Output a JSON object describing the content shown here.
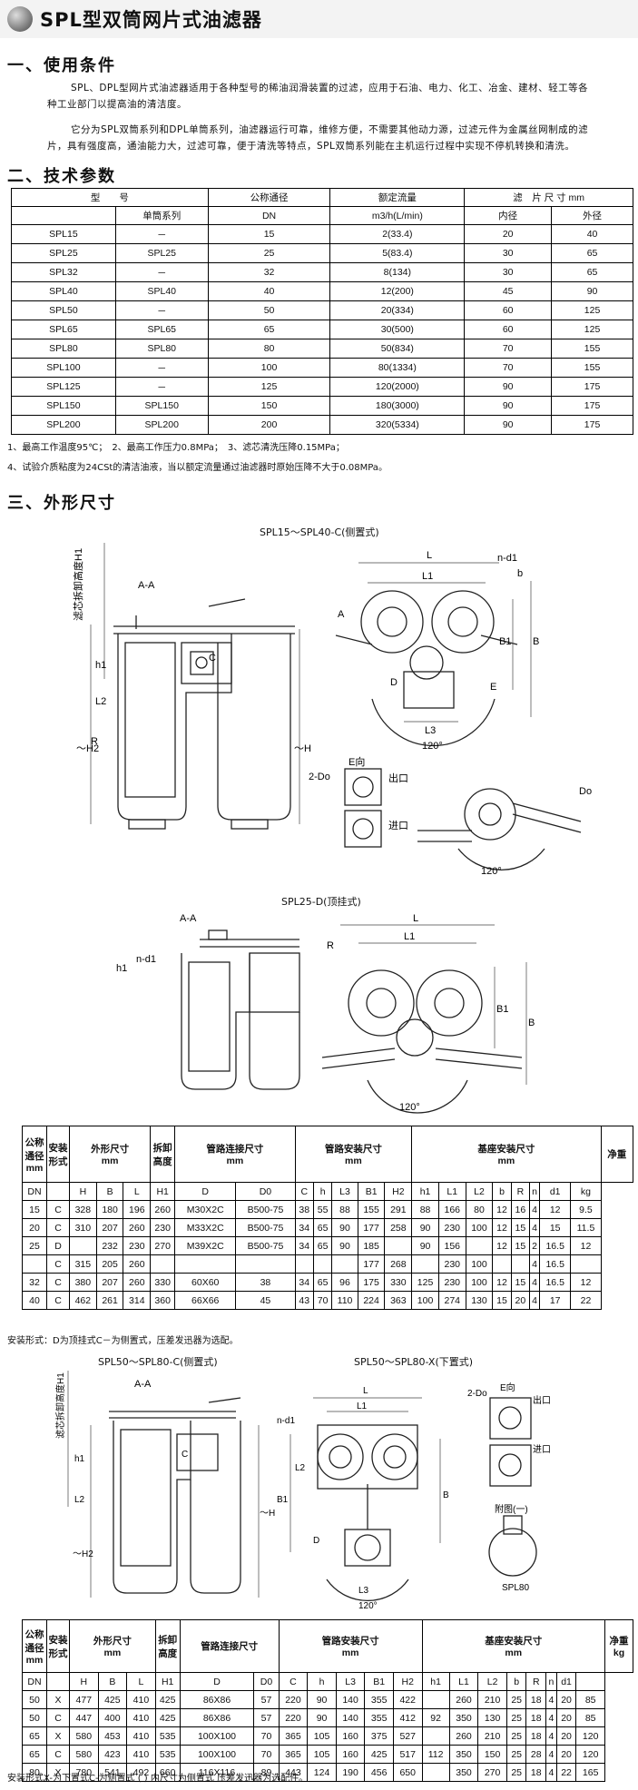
{
  "title": "SPL型双筒网片式油滤器",
  "sections": {
    "usage": {
      "heading": "一、使用条件",
      "para1_line1": "SPL、DPL型网片式油滤器适用于各种型号的稀油润滑装置的过滤，应用于石油、电力、化工、冶金、建材、轻工等各",
      "para1_line2": "种工业部门以提高油的清洁度。",
      "para2_line1": "它分为SPL双筒系列和DPL单筒系列，油滤器运行可靠，维修方便，不需要其他动力源，过滤元件为金属丝网制成的滤",
      "para2_line2": "片，具有强度高，通油能力大，过滤可靠，便于清洗等特点，SPL双筒系列能在主机运行过程中实现不停机转换和清洗。"
    },
    "params": {
      "heading": "二、技术参数",
      "header_model": "型　　号",
      "header_single": "单筒系列",
      "header_dn": "公称通径",
      "header_dn_unit": "DN",
      "header_flow": "额定流量",
      "header_flow_unit": "m3/h(L/min)",
      "header_filter": "滤　片 尺 寸  mm",
      "header_inner": "内径",
      "header_outer": "外径",
      "rows": [
        [
          "SPL15",
          "－",
          "15",
          "2(33.4)",
          "20",
          "40"
        ],
        [
          "SPL25",
          "SPL25",
          "25",
          "5(83.4)",
          "30",
          "65"
        ],
        [
          "SPL32",
          "－",
          "32",
          "8(134)",
          "30",
          "65"
        ],
        [
          "SPL40",
          "SPL40",
          "40",
          "12(200)",
          "45",
          "90"
        ],
        [
          "SPL50",
          "－",
          "50",
          "20(334)",
          "60",
          "125"
        ],
        [
          "SPL65",
          "SPL65",
          "65",
          "30(500)",
          "60",
          "125"
        ],
        [
          "SPL80",
          "SPL80",
          "80",
          "50(834)",
          "70",
          "155"
        ],
        [
          "SPL100",
          "－",
          "100",
          "80(1334)",
          "70",
          "155"
        ],
        [
          "SPL125",
          "－",
          "125",
          "120(2000)",
          "90",
          "175"
        ],
        [
          "SPL150",
          "SPL150",
          "150",
          "180(3000)",
          "90",
          "175"
        ],
        [
          "SPL200",
          "SPL200",
          "200",
          "320(5334)",
          "90",
          "175"
        ]
      ],
      "note1": "1、最高工作温度95℃；　2、最高工作压力0.8MPa；　3、滤芯清洗压降0.15MPa；",
      "note2": "4、试验介质粘度为24CSt的清洁油液，当以额定流量通过油滤器时原始压降不大于0.08MPa。"
    },
    "dimensions": {
      "heading": "三、外形尺寸",
      "drawing1_title": "SPL15～SPL40-C(侧置式)",
      "drawing2_title": "SPL25-D(顶挂式)",
      "drawing3_title": "SPL50～SPL80-C(侧置式)",
      "drawing4_title": "SPL50～SPL80-X(下置式)",
      "labels": {
        "aa": "A-A",
        "core_height": "滤芯拆卸高度H1",
        "h1": "h1",
        "l2": "L2",
        "h2": "～H2",
        "h": "～H",
        "r": "R",
        "c": "C",
        "l": "L",
        "l1": "L1",
        "nd1": "n-d1",
        "b": "b",
        "bb": "B",
        "b1": "B1",
        "d": "D",
        "l3": "L3",
        "e": "E",
        "a": "A",
        "angle": "120°",
        "e_dir": "E向",
        "do2": "2-Do",
        "outlet": "出口",
        "inlet": "进口",
        "do": "Do",
        "fig1": "附图(一)",
        "spl80": "SPL80"
      }
    }
  },
  "table2": {
    "h_dn": "公称通径mm",
    "h_mount": "安装形式",
    "h_outer": "外形尺寸",
    "h_outer_unit": "mm",
    "h_remove": "拆卸高度",
    "h_pipe": "管路连接尺寸",
    "h_pipe_unit": "mm",
    "h_pipe_inst": "管路安装尺寸",
    "h_pipe_inst_unit": "mm",
    "h_base": "基座安装尺寸",
    "h_base_unit": "mm",
    "h_weight": "净重",
    "sub": [
      "DN",
      "",
      "H",
      "B",
      "L",
      "H1",
      "D",
      "D0",
      "C",
      "h",
      "L3",
      "B1",
      "H2",
      "h1",
      "L1",
      "L2",
      "b",
      "R",
      "n",
      "d1",
      "kg"
    ],
    "rows": [
      [
        "15",
        "C",
        "328",
        "180",
        "196",
        "260",
        "M30X2C",
        "B500-75",
        "38",
        "55",
        "88",
        "155",
        "291",
        "88",
        "166",
        "80",
        "12",
        "16",
        "4",
        "12",
        "9.5"
      ],
      [
        "20",
        "C",
        "310",
        "207",
        "260",
        "230",
        "M33X2C",
        "B500-75",
        "34",
        "65",
        "90",
        "177",
        "258",
        "90",
        "230",
        "100",
        "12",
        "15",
        "4",
        "15",
        "11.5"
      ],
      [
        "25",
        "D",
        "",
        "232",
        "230",
        "270",
        "M39X2C",
        "B500-75",
        "34",
        "65",
        "90",
        "185",
        "",
        "90",
        "156",
        "",
        "12",
        "15",
        "2",
        "16.5",
        "12"
      ],
      [
        "",
        "C",
        "315",
        "205",
        "260",
        "",
        "",
        "",
        "",
        "",
        "",
        "177",
        "268",
        "",
        "230",
        "100",
        "",
        "",
        "4",
        "16.5",
        ""
      ],
      [
        "32",
        "C",
        "380",
        "207",
        "260",
        "330",
        "60X60",
        "38",
        "34",
        "65",
        "96",
        "175",
        "330",
        "125",
        "230",
        "100",
        "12",
        "15",
        "4",
        "16.5",
        "12"
      ],
      [
        "40",
        "C",
        "462",
        "261",
        "314",
        "360",
        "66X66",
        "45",
        "43",
        "70",
        "110",
        "224",
        "363",
        "100",
        "274",
        "130",
        "15",
        "20",
        "4",
        "17",
        "22"
      ]
    ],
    "note": "安装形式：D为顶挂式C－为侧置式，压差发迅器为选配。"
  },
  "table3": {
    "h_dn": "公称通径mm",
    "h_mount": "安装形式",
    "h_outer": "外形尺寸",
    "h_outer_unit": "mm",
    "h_remove": "拆卸高度",
    "h_pipe": "管路连接尺寸",
    "h_pipe_inst": "管路安装尺寸",
    "h_pipe_inst_unit": "mm",
    "h_base": "基座安装尺寸",
    "h_base_unit": "mm",
    "h_weight": "净重kg",
    "sub": [
      "DN",
      "",
      "H",
      "B",
      "L",
      "H1",
      "D",
      "D0",
      "C",
      "h",
      "L3",
      "B1",
      "H2",
      "h1",
      "L1",
      "L2",
      "b",
      "R",
      "n",
      "d1",
      ""
    ],
    "rows": [
      [
        "50",
        "X",
        "477",
        "425",
        "410",
        "425",
        "86X86",
        "57",
        "220",
        "90",
        "140",
        "355",
        "422",
        "",
        "260",
        "210",
        "25",
        "18",
        "4",
        "20",
        "85"
      ],
      [
        "50",
        "C",
        "447",
        "400",
        "410",
        "425",
        "86X86",
        "57",
        "220",
        "90",
        "140",
        "355",
        "412",
        "92",
        "350",
        "130",
        "25",
        "18",
        "4",
        "20",
        "85"
      ],
      [
        "65",
        "X",
        "580",
        "453",
        "410",
        "535",
        "100X100",
        "70",
        "365",
        "105",
        "160",
        "375",
        "527",
        "",
        "260",
        "210",
        "25",
        "18",
        "4",
        "20",
        "120"
      ],
      [
        "65",
        "C",
        "580",
        "423",
        "410",
        "535",
        "100X100",
        "70",
        "365",
        "105",
        "160",
        "425",
        "517",
        "112",
        "350",
        "150",
        "25",
        "28",
        "4",
        "20",
        "120"
      ],
      [
        "80",
        "X",
        "780",
        "541",
        "492",
        "660",
        "116X116",
        "89",
        "443",
        "124",
        "190",
        "456",
        "650",
        "",
        "350",
        "270",
        "25",
        "18",
        "4",
        "22",
        "165"
      ]
    ],
    "note": "安装形式X-为下置式C-为侧置式 ( ) 内尺寸为侧置式 压差发迅器为选配件。"
  }
}
